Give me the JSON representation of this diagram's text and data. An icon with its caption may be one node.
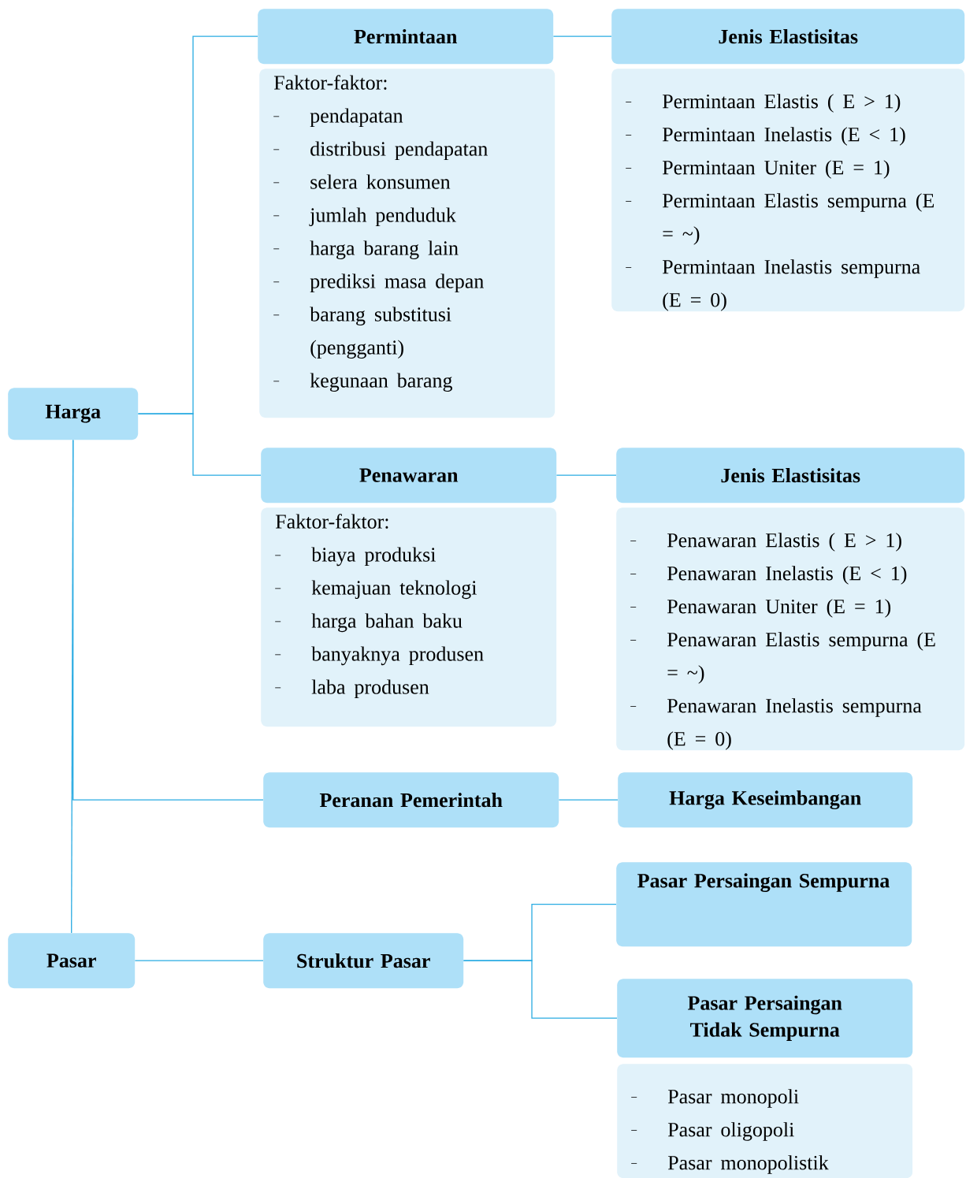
{
  "diagram": {
    "nodes": [
      {
        "text": [
          "Harga"
        ]
      },
      {
        "text": [
          "Permintaan"
        ]
      },
      {
        "text": [
          "Faktor-faktor:",
          "pendapatan",
          "distribusi pendapatan",
          "selera konsumen",
          "jumlah penduduk",
          "harga barang lain",
          "prediksi masa depan",
          "barang substitusi (pengganti)",
          "kegunaan barang"
        ]
      },
      {
        "text": [
          "Jenis Elastisitas"
        ]
      },
      {
        "text": [
          "Permintaan Elastis ( E > 1)",
          "Permintaan Inelastis (E < 1)",
          "Permintaan Uniter (E = 1)",
          "Permintaan Elastis sempurna (E = ~)",
          "Permintaan Inelastis sempurna (E = 0)"
        ]
      },
      {
        "text": [
          "Penawaran"
        ]
      },
      {
        "text": [
          "Faktor-faktor:",
          "biaya produksi",
          "kemajuan teknologi",
          "harga bahan baku",
          "banyaknya produsen",
          "laba produsen"
        ]
      },
      {
        "text": [
          "Jenis Elastisitas"
        ]
      },
      {
        "text": [
          "Penawaran Elastis ( E > 1)",
          "Penawaran Inelastis (E < 1)",
          "Penawaran Uniter (E = 1)",
          "Penawaran Elastis sempurna (E = ~)",
          "Penawaran Inelastis sempurna (E = 0)"
        ]
      },
      {
        "text": [
          "Peranan Pemerintah"
        ]
      },
      {
        "text": [
          "Harga Keseimbangan"
        ]
      },
      {
        "text": [
          "Pasar"
        ]
      },
      {
        "text": [
          "Struktur Pasar"
        ]
      },
      {
        "text": [
          "Pasar Persaingan Sempurna"
        ]
      },
      {
        "text": [
          "Pasar Persaingan Tidak Sempurna"
        ]
      },
      {
        "text": [
          "Pasar monopoli",
          "Pasar oligopoli",
          "Pasar monopolistik"
        ]
      }
    ],
    "edges": [
      {
        "from": 0,
        "to": 1,
        "arrow": "none"
      },
      {
        "from": 0,
        "to": 5,
        "arrow": "none"
      },
      {
        "from": 1,
        "to": 3,
        "arrow": "none"
      },
      {
        "from": 5,
        "to": 7,
        "arrow": "none"
      },
      {
        "from": 0,
        "to": 11,
        "arrow": "none"
      },
      {
        "from": 0,
        "to": 9,
        "arrow": "none"
      },
      {
        "from": 9,
        "to": 10,
        "arrow": "none"
      },
      {
        "from": 11,
        "to": 12,
        "arrow": "none"
      },
      {
        "from": 12,
        "to": 13,
        "arrow": "none"
      },
      {
        "from": 12,
        "to": 14,
        "arrow": "none"
      }
    ]
  }
}
